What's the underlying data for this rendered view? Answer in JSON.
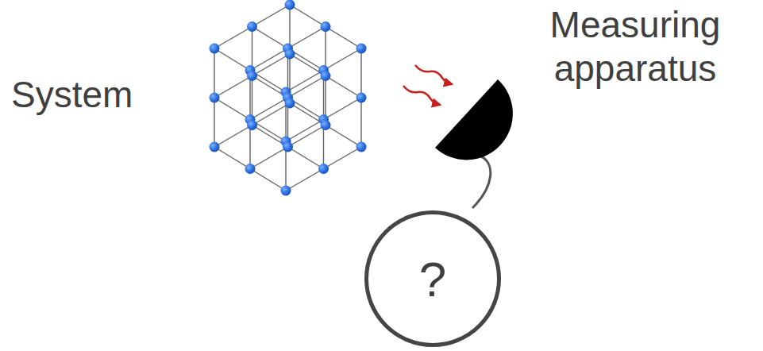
{
  "diagram": {
    "nodes": [
      {
        "text": [
          "?"
        ]
      }
    ],
    "labels": [
      "System",
      "Measuring apparatus"
    ]
  }
}
